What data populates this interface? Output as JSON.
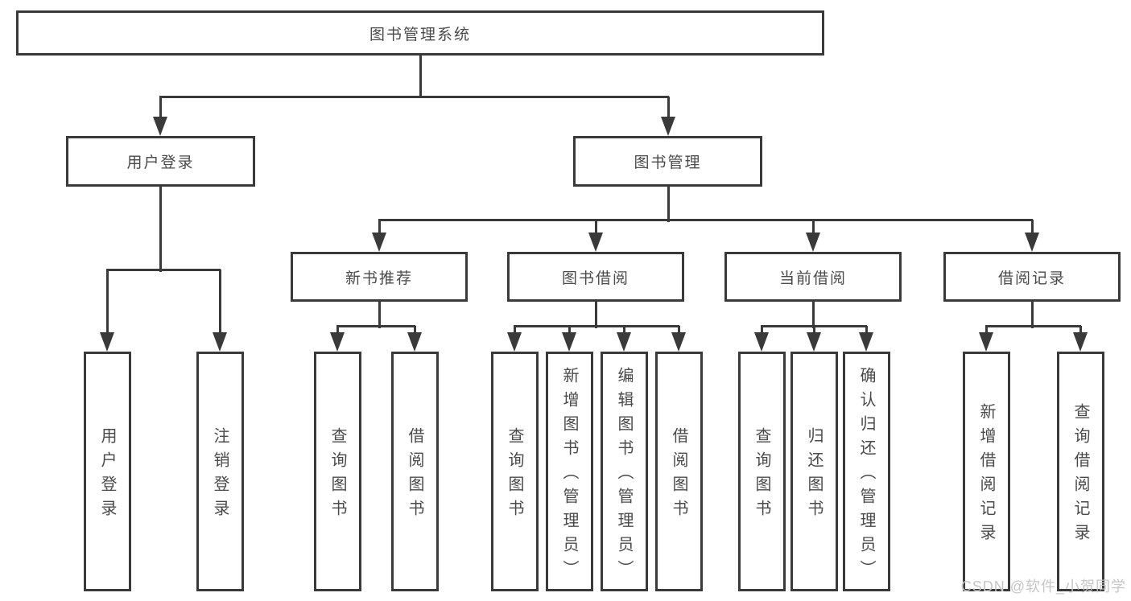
{
  "nodes": {
    "root": "图书管理系统",
    "user_login": "用户登录",
    "book_mgmt": "图书管理",
    "new_book_rec": "新书推荐",
    "book_borrow": "图书借阅",
    "current_borrow": "当前借阅",
    "borrow_record": "借阅记录",
    "leaf_user_login": "用户登录",
    "leaf_logout": "注销登录",
    "leaf_rec_query": "查询图书",
    "leaf_rec_borrow": "借阅图书",
    "leaf_bb_query": "查询图书",
    "leaf_bb_add": "新增图书（管理员）",
    "leaf_bb_edit": "编辑图书（管理员）",
    "leaf_bb_borrow": "借阅图书",
    "leaf_cb_query": "查询图书",
    "leaf_cb_return": "归还图书",
    "leaf_cb_confirm": "确认归还（管理员）",
    "leaf_br_add": "新增借阅记录",
    "leaf_br_query": "查询借阅记录"
  },
  "watermark": "CSDN @软件_小贺同学",
  "colors": {
    "line": "#3a3a3a",
    "text": "#4a4a4a",
    "watermark": "#c6c6c6"
  }
}
